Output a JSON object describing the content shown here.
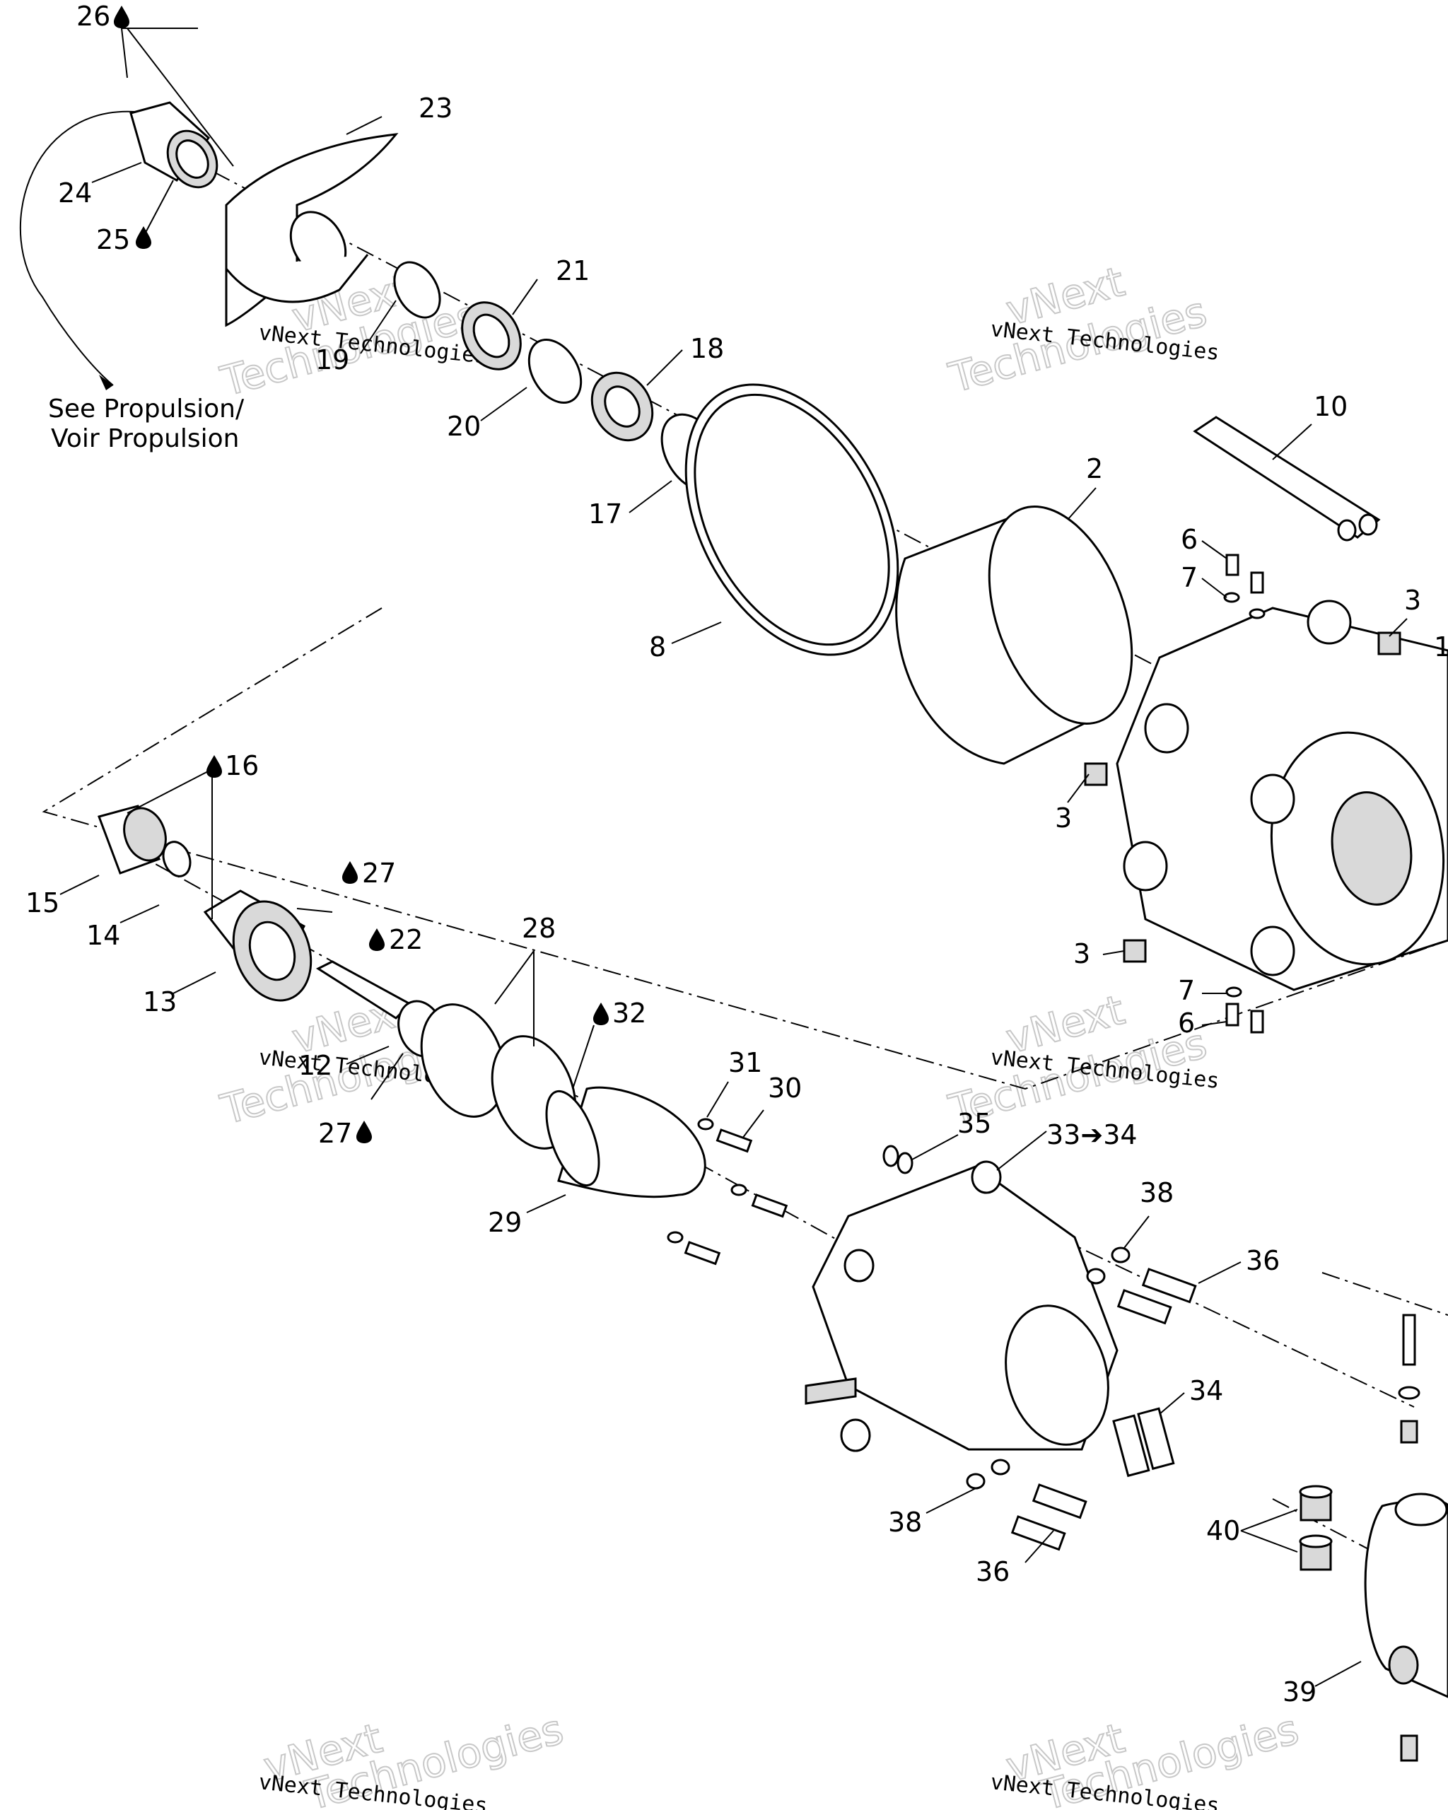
{
  "labels": {
    "l1": "1",
    "l2": "2",
    "l3a": "3",
    "l3b": "3",
    "l3c": "3",
    "l6a": "6",
    "l6b": "6",
    "l7a": "7",
    "l7b": "7",
    "l8": "8",
    "l10": "10",
    "l12": "12",
    "l13": "13",
    "l14": "14",
    "l15": "15",
    "l16": "16",
    "l17": "17",
    "l18": "18",
    "l19": "19",
    "l20": "20",
    "l21": "21",
    "l22": "22",
    "l23": "23",
    "l24": "24",
    "l25": "25",
    "l26": "26",
    "l27a": "27",
    "l27b": "27",
    "l28": "28",
    "l29": "29",
    "l30": "30",
    "l31": "31",
    "l32": "32",
    "l33": "33",
    "l34a": "34",
    "l34b": "34",
    "l35": "35",
    "l36a": "36",
    "l36b": "36",
    "l38a": "38",
    "l38b": "38",
    "l39": "39",
    "l40": "40"
  },
  "note": {
    "line1": "See Propulsion/",
    "line2": "Voir Propulsion"
  },
  "arrow_symbol": "➔",
  "watermark": {
    "company": "vNext Technologies",
    "word1": "vNext",
    "word2": "Technologies"
  },
  "icons": {
    "lubricant": "oil-drop-icon"
  }
}
